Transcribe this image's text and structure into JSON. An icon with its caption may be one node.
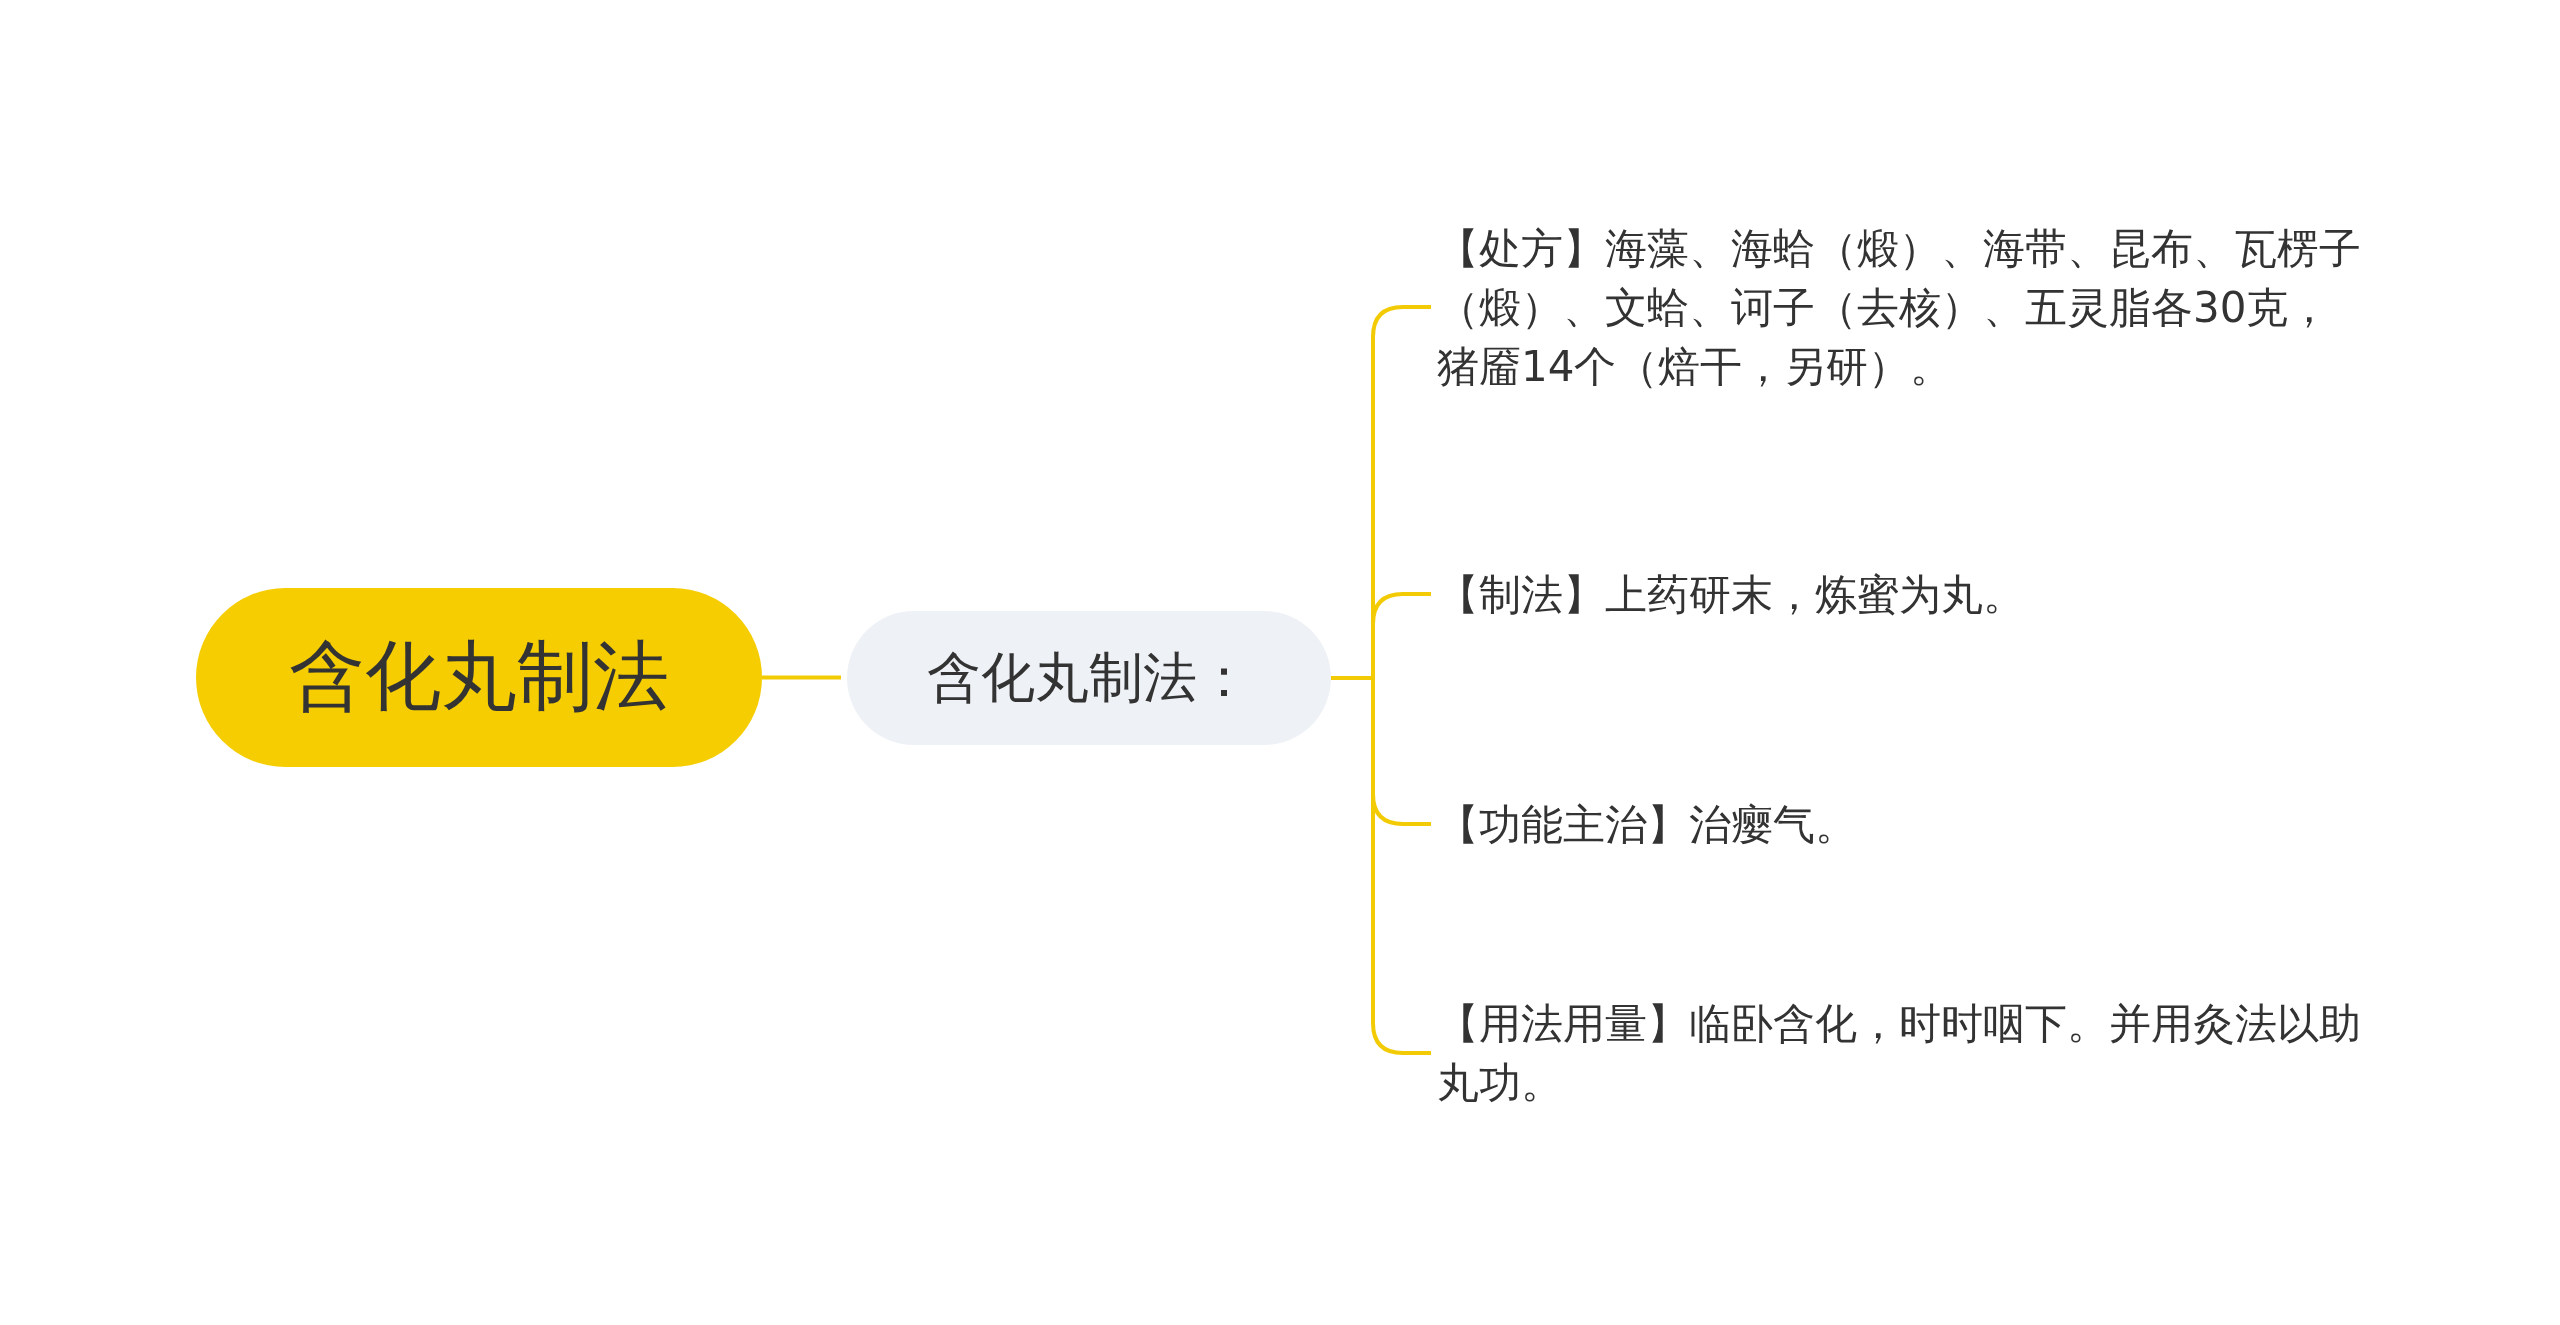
{
  "diagram": {
    "nodes": [
      {
        "text": [
          "含化丸制法"
        ]
      },
      {
        "text": [
          "含化丸制法："
        ]
      },
      {
        "text": [
          "【处方】海藻、海蛤（煅）、海带、昆布、瓦楞子（煅）、文蛤、诃子（去核）、五灵脂各30克，猪靥14个（焙干，另研）。"
        ]
      },
      {
        "text": [
          "【制法】上药研末，炼蜜为丸。"
        ]
      },
      {
        "text": [
          "【功能主治】治瘿气。"
        ]
      },
      {
        "text": [
          "【用法用量】临卧含化，时时咽下。并用灸法以助丸功。"
        ]
      }
    ],
    "edges": [
      {
        "from": 0,
        "to": 1,
        "arrow": "none"
      },
      {
        "from": 1,
        "to": 2,
        "arrow": "none"
      },
      {
        "from": 1,
        "to": 3,
        "arrow": "none"
      },
      {
        "from": 1,
        "to": 4,
        "arrow": "none"
      },
      {
        "from": 1,
        "to": 5,
        "arrow": "none"
      }
    ]
  }
}
